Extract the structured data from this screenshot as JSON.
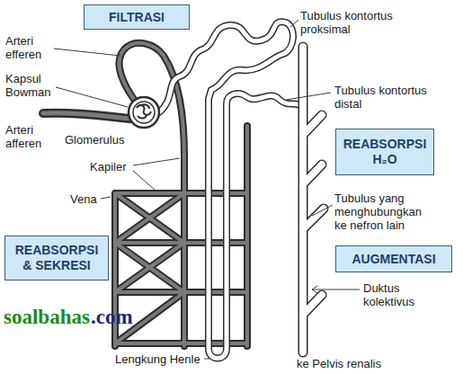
{
  "diagram": {
    "nodes": [
      {
        "text": [
          "FILTRASI"
        ]
      },
      {
        "text": [
          "REABSORPSI H₂O"
        ]
      },
      {
        "text": [
          "REABSORPSI & SEKRESI"
        ]
      },
      {
        "text": [
          "AUGMENTASI"
        ]
      }
    ],
    "labels": [
      "Arteri efferen",
      "Kapsul Bowman",
      "Arteri afferen",
      "Glomerulus",
      "Kapiler",
      "Vena",
      "Tubulus kontortus proksimal",
      "Tubulus kontortus distal",
      "Tubulus yang menghubungkan ke nefron lain",
      "Duktus kolektivus",
      "Lengkung Henle",
      "ke Pelvis renalis",
      "soalbahas",
      ".com"
    ]
  }
}
